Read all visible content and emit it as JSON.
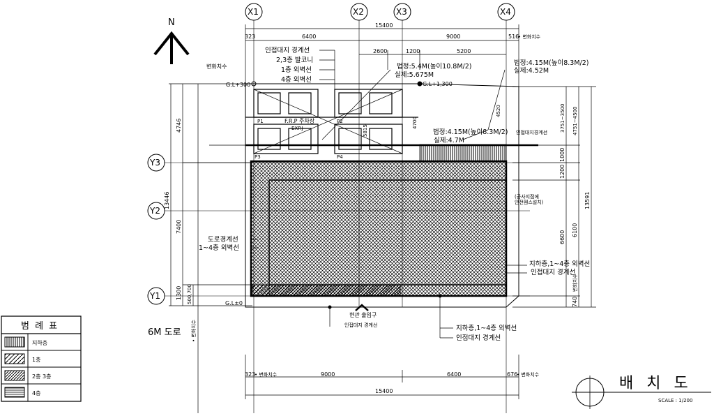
{
  "north": {
    "label": "N"
  },
  "grid": {
    "x": [
      "X1",
      "X2",
      "X3",
      "X4"
    ],
    "y": [
      "Y3",
      "Y2",
      "Y1"
    ]
  },
  "dimensions": {
    "top_total": "15400",
    "top_left_setback": "323",
    "top_x1_x3": "6400",
    "top_x3_x4": "9000",
    "top_right_setback": "516",
    "top_right_setback_note": "• 변화치수",
    "top_sub_1": "2600",
    "top_sub_2": "1200",
    "top_sub_3": "5200",
    "left_total": "13446",
    "left_upper": "4746",
    "left_mid": "7400",
    "left_low": "1300",
    "left_low2": "500,700",
    "right_total": "13591",
    "right_a": "3751~3500",
    "right_b": "4751~4500",
    "right_c": "1000",
    "right_d": "1200",
    "right_e": "6600",
    "right_f": "6100",
    "right_g": "740",
    "right_g_note": "변화치수",
    "bottom_total": "15400",
    "bottom_left_setback": "323",
    "bottom_left_note": "• 변화치수",
    "bottom_a": "9000",
    "bottom_b": "6400",
    "bottom_right_setback": "676",
    "bottom_right_note": "• 변화치수",
    "gl_300": "G.L+300",
    "gl_1300": "G.L+1,300",
    "gl_0": "G.L±0",
    "varying_label": "변화치수"
  },
  "annotations": {
    "adj_boundary": "인접대지 경계선",
    "balcony": "2,3층 발코니",
    "f1_outer": "1층 외벽선",
    "f4_outer": "4층 외벽선",
    "law1a": "법정:5.4M(높이10.8M/2)",
    "law1b": "실제:5.675M",
    "law2a": "법정:4.15M(높이8.3M/2)",
    "law2b": "실제:4.52M",
    "law3a": "법정:4.15M(높이8.3M/2)",
    "law3b": "실제:4.7M",
    "parking_center": "F.R.P 주차장",
    "parking_center2": "EXP.J",
    "p1": "P1",
    "p2": "P2",
    "p3": "P3",
    "p4": "P4",
    "v_4700": "4700",
    "v_5815": "5815",
    "v_4520": "4520",
    "adj_right": "인접대지경계선",
    "corner_note": "(공사지점에\n안전휀스설치)",
    "road_boundary": "도로경계선",
    "outer_1_4": "1~4층 외벽선",
    "bf_outer": "지하층,1~4층 외벽선",
    "adj_boundary2": "인접대지 경계선",
    "entrance": "현관 출입구",
    "bottom_adj": "인접대지 경계선",
    "bottom_bf": "지하층,1~4층 외벽선",
    "bottom_adj2": "인접대지 경계선",
    "road": "6M 도로",
    "road_note": "• 변화치수"
  },
  "legend": {
    "title": "범 례 표",
    "items": [
      "지하층",
      "1층",
      "2층 3층",
      "4층"
    ]
  },
  "title_block": {
    "title": "배 치 도",
    "scale": "SCALE : 1/200"
  }
}
